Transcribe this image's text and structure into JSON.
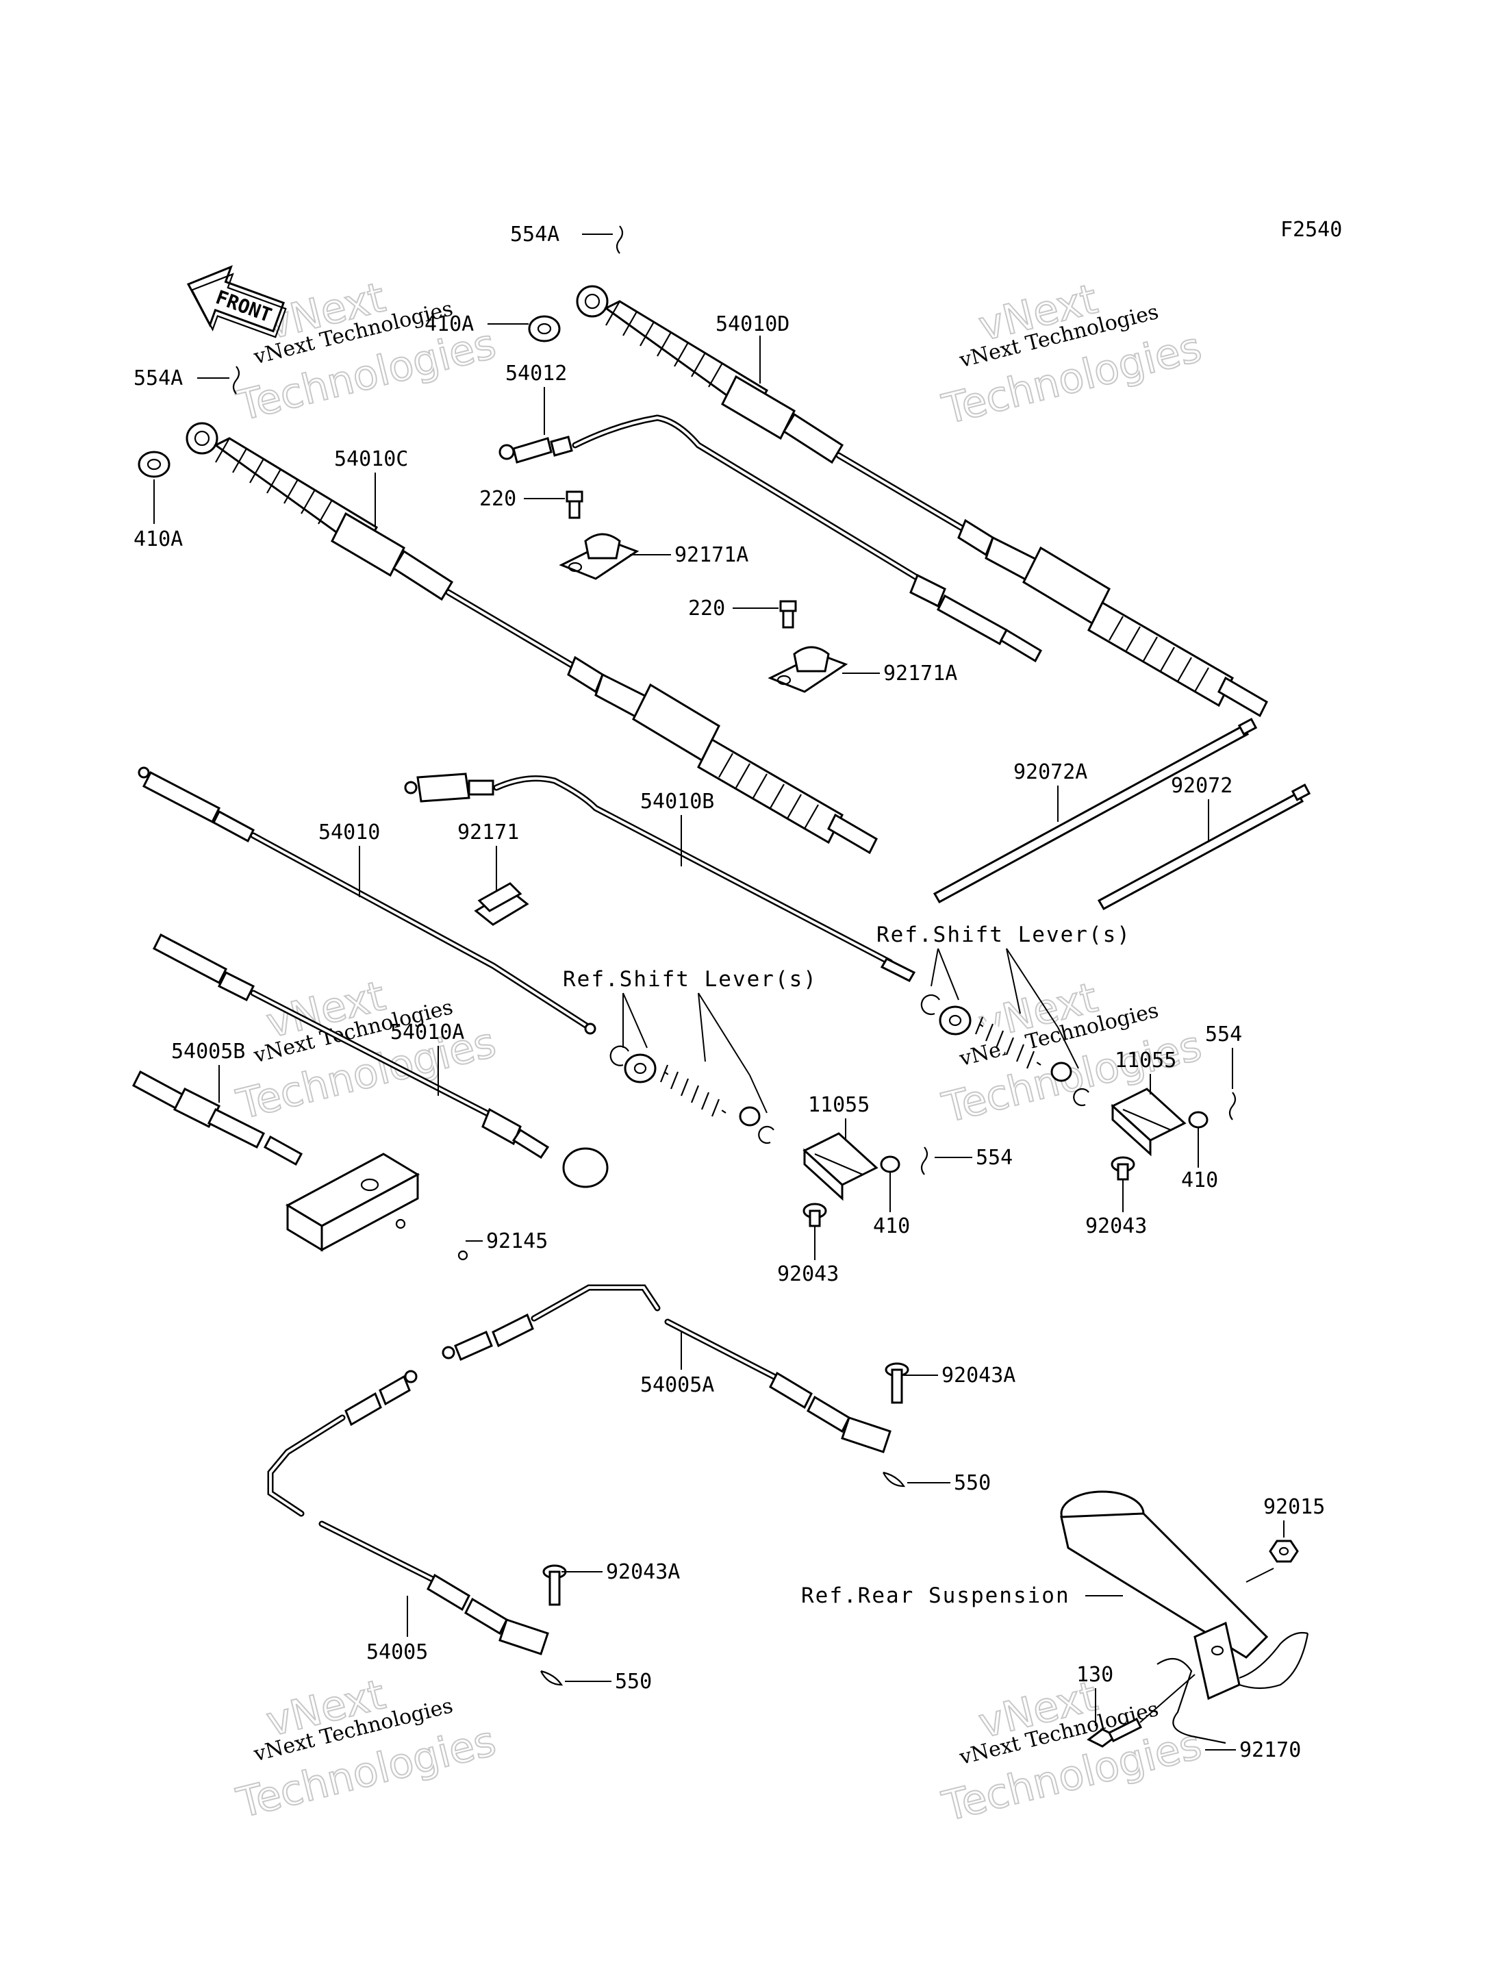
{
  "figure_code": "F2540",
  "front_arrow_label": "FRONT",
  "watermark": {
    "line1": "vNext",
    "line2": "vNext Technologies",
    "line3": "Technologies"
  },
  "labels": {
    "l554A_top": "554A",
    "l410A_top": "410A",
    "l54010D": "54010D",
    "l554A_left": "554A",
    "l54012": "54012",
    "l410A_left": "410A",
    "l54010C": "54010C",
    "l220_a": "220",
    "l92171A_a": "92171A",
    "l220_b": "220",
    "l92171A_b": "92171A",
    "l92072A": "92072A",
    "l92072": "92072",
    "l54010": "54010",
    "l92171": "92171",
    "l54010B": "54010B",
    "l54010A": "54010A",
    "l54005B": "54005B",
    "l11055_a": "11055",
    "l11055_b": "11055",
    "l554_a": "554",
    "l554_b": "554",
    "l410_a": "410",
    "l410_b": "410",
    "l92043_a": "92043",
    "l92043_b": "92043",
    "l92145": "92145",
    "l54005A": "54005A",
    "l92043A_a": "92043A",
    "l550_a": "550",
    "l92015": "92015",
    "l92043A_b": "92043A",
    "l54005": "54005",
    "l550_b": "550",
    "l130": "130",
    "l92170": "92170"
  },
  "refs": {
    "shift_lever_right": "Ref.Shift Lever(s)",
    "shift_lever_center": "Ref.Shift Lever(s)",
    "rear_suspension": "Ref.Rear Suspension"
  }
}
